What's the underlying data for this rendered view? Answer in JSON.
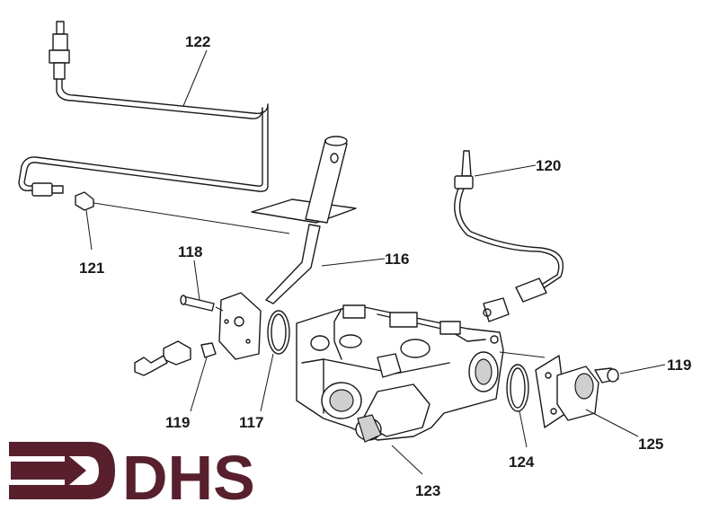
{
  "parts": {
    "p116": "116",
    "p117": "117",
    "p118": "118",
    "p119a": "119",
    "p119b": "119",
    "p120": "120",
    "p121": "121",
    "p122": "122",
    "p123": "123",
    "p124": "124",
    "p125": "125"
  },
  "logo": {
    "text": "DHS",
    "color": "#5a1f2c"
  }
}
